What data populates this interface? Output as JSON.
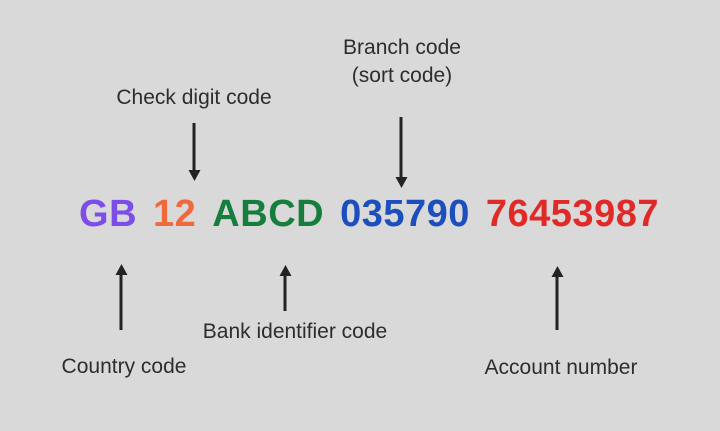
{
  "colors": {
    "background": "#d9d9d9",
    "label": "#2d2d2d",
    "arrow": "#232323",
    "country_code": "#7c4de8",
    "check_digit": "#f0693c",
    "bank_identifier": "#157e3c",
    "branch_code": "#1d4ebe",
    "account_number": "#e02a28"
  },
  "labels": {
    "check_digit": "Check digit code",
    "branch_line1": "Branch code",
    "branch_line2": "(sort code)",
    "country": "Country code",
    "bank_identifier": "Bank identifier code",
    "account": "Account number"
  },
  "iban": {
    "segments": [
      {
        "text": "GB",
        "meaning": "Country code",
        "color": "#7c4de8"
      },
      {
        "text": "12",
        "meaning": "Check digit code",
        "color": "#f0693c"
      },
      {
        "text": "ABCD",
        "meaning": "Bank identifier code",
        "color": "#157e3c"
      },
      {
        "text": "035790",
        "meaning": "Branch code (sort code)",
        "color": "#1d4ebe"
      },
      {
        "text": "76453987",
        "meaning": "Account number",
        "color": "#e02a28"
      }
    ]
  }
}
